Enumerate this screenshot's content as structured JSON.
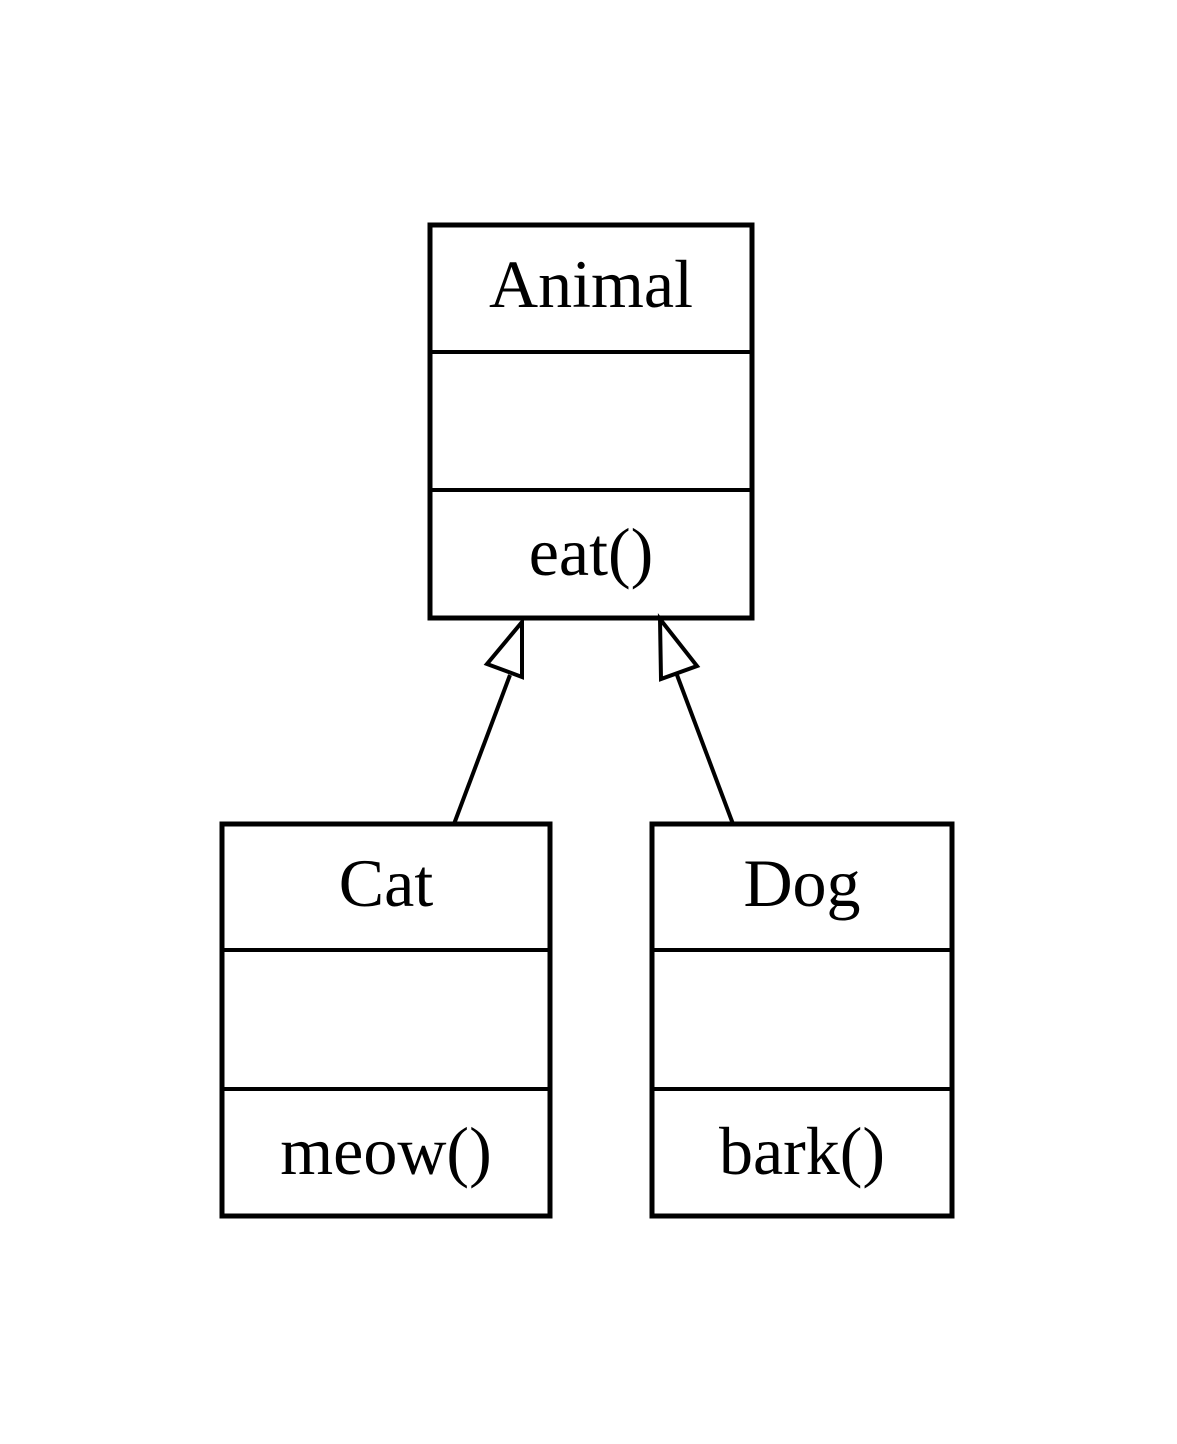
{
  "colors": {
    "background": "#ffffff",
    "stroke": "#000000"
  },
  "classes": [
    {
      "id": "animal",
      "name": "Animal",
      "attributes": "",
      "methods": "eat()"
    },
    {
      "id": "cat",
      "name": "Cat",
      "attributes": "",
      "methods": "meow()"
    },
    {
      "id": "dog",
      "name": "Dog",
      "attributes": "",
      "methods": "bark()"
    }
  ],
  "relationships": [
    {
      "type": "generalization",
      "from": "cat",
      "to": "animal"
    },
    {
      "type": "generalization",
      "from": "dog",
      "to": "animal"
    }
  ]
}
